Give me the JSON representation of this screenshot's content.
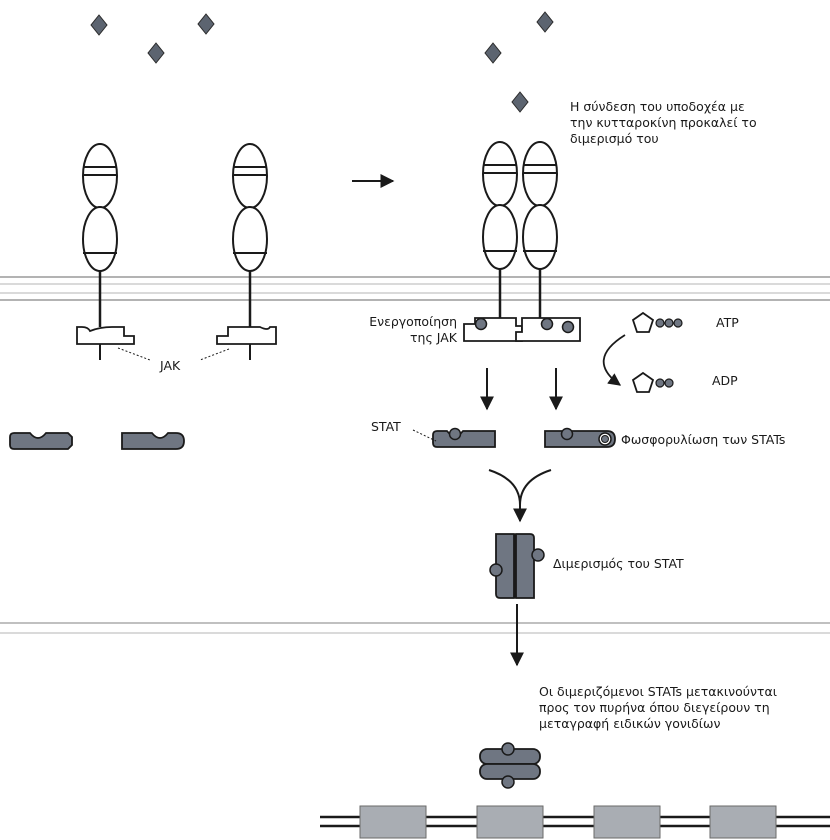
{
  "labels": {
    "receptor_binding": [
      "Η σύνδεση του υποδοχέα με",
      "την κυτταροκίνη προκαλεί το",
      "διμερισμό του"
    ],
    "jak": "JAK",
    "jak_activation": [
      "Ενεργοποίηση",
      "της JAK"
    ],
    "atp": "ATP",
    "adp": "ADP",
    "stat": "STAT",
    "stat_phosphorylation": "Φωσφορυλίωση των STATs",
    "stat_dimerization": "Διμερισμός του STAT",
    "nuclear_translocation": [
      "Οι διμεριζόμενοι STATs μετακινούνται",
      "προς τον πυρήνα όπου διεγείρουν τη",
      "μεταγραφή ειδικών γονιδίων"
    ]
  },
  "colors": {
    "line": "#1a1a1a",
    "fill_dark": "#6f7682",
    "fill_light": "#e9e9e9",
    "membrane": "#9a9a9a",
    "gene_block": "#a9adb3"
  }
}
